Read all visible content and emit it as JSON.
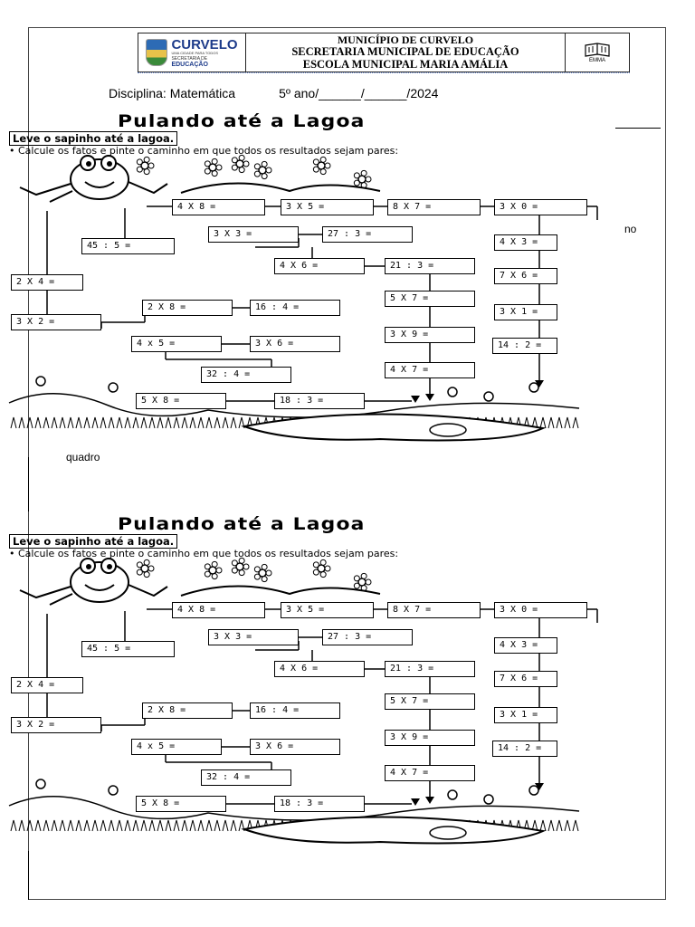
{
  "header": {
    "municipality_logo": {
      "city": "CURVELO",
      "tagline": "UMA CIDADE PARA TODOS",
      "secretariat": "SECRETARIA DE",
      "department": "EDUCAÇÃO"
    },
    "line1": "MUNICÍPIO DE CURVELO",
    "line2": "SECRETARIA MUNICIPAL DE EDUCAÇÃO",
    "line3": "ESCOLA MUNICIPAL MARIA AMÁLIA",
    "school_logo_text": "EMMA"
  },
  "subject": {
    "discipline": "Disciplina: Matemática",
    "grade_date": "5º ano/______/______/2024"
  },
  "loose_text": {
    "no": "no",
    "quadro": "quadro"
  },
  "worksheet": {
    "title": "Pulando até a Lagoa",
    "subtitle": "Leve o sapinho até a lagoa.",
    "instruction": "• Calcule os fatos e pinte o caminho em que todos os resultados sejam pares:",
    "boxes": [
      {
        "id": "b1",
        "text": "4 X 8 ="
      },
      {
        "id": "b2",
        "text": "3 X 5 ="
      },
      {
        "id": "b3",
        "text": "8 X 7 ="
      },
      {
        "id": "b4",
        "text": "3 X 0 ="
      },
      {
        "id": "b5",
        "text": "3 X 3 ="
      },
      {
        "id": "b6",
        "text": "27 : 3 ="
      },
      {
        "id": "b7",
        "text": "45 : 5 ="
      },
      {
        "id": "b8",
        "text": "4 X 3 ="
      },
      {
        "id": "b9",
        "text": "4 X 6 ="
      },
      {
        "id": "b10",
        "text": "21 : 3 ="
      },
      {
        "id": "b11",
        "text": "7 X 6 ="
      },
      {
        "id": "b12",
        "text": "2 X 4 ="
      },
      {
        "id": "b13",
        "text": "2 X 8 ="
      },
      {
        "id": "b14",
        "text": "16 : 4 ="
      },
      {
        "id": "b15",
        "text": "5 X 7 ="
      },
      {
        "id": "b16",
        "text": "3 X 1 ="
      },
      {
        "id": "b17",
        "text": "3 X 2 ="
      },
      {
        "id": "b18",
        "text": "4 x 5 ="
      },
      {
        "id": "b19",
        "text": "3 X 6 ="
      },
      {
        "id": "b20",
        "text": "3 X 9 ="
      },
      {
        "id": "b21",
        "text": "14 : 2 ="
      },
      {
        "id": "b22",
        "text": "32 : 4 ="
      },
      {
        "id": "b23",
        "text": "4 X 7 ="
      },
      {
        "id": "b24",
        "text": "5 X 8 ="
      },
      {
        "id": "b25",
        "text": "18 : 3 ="
      }
    ]
  }
}
